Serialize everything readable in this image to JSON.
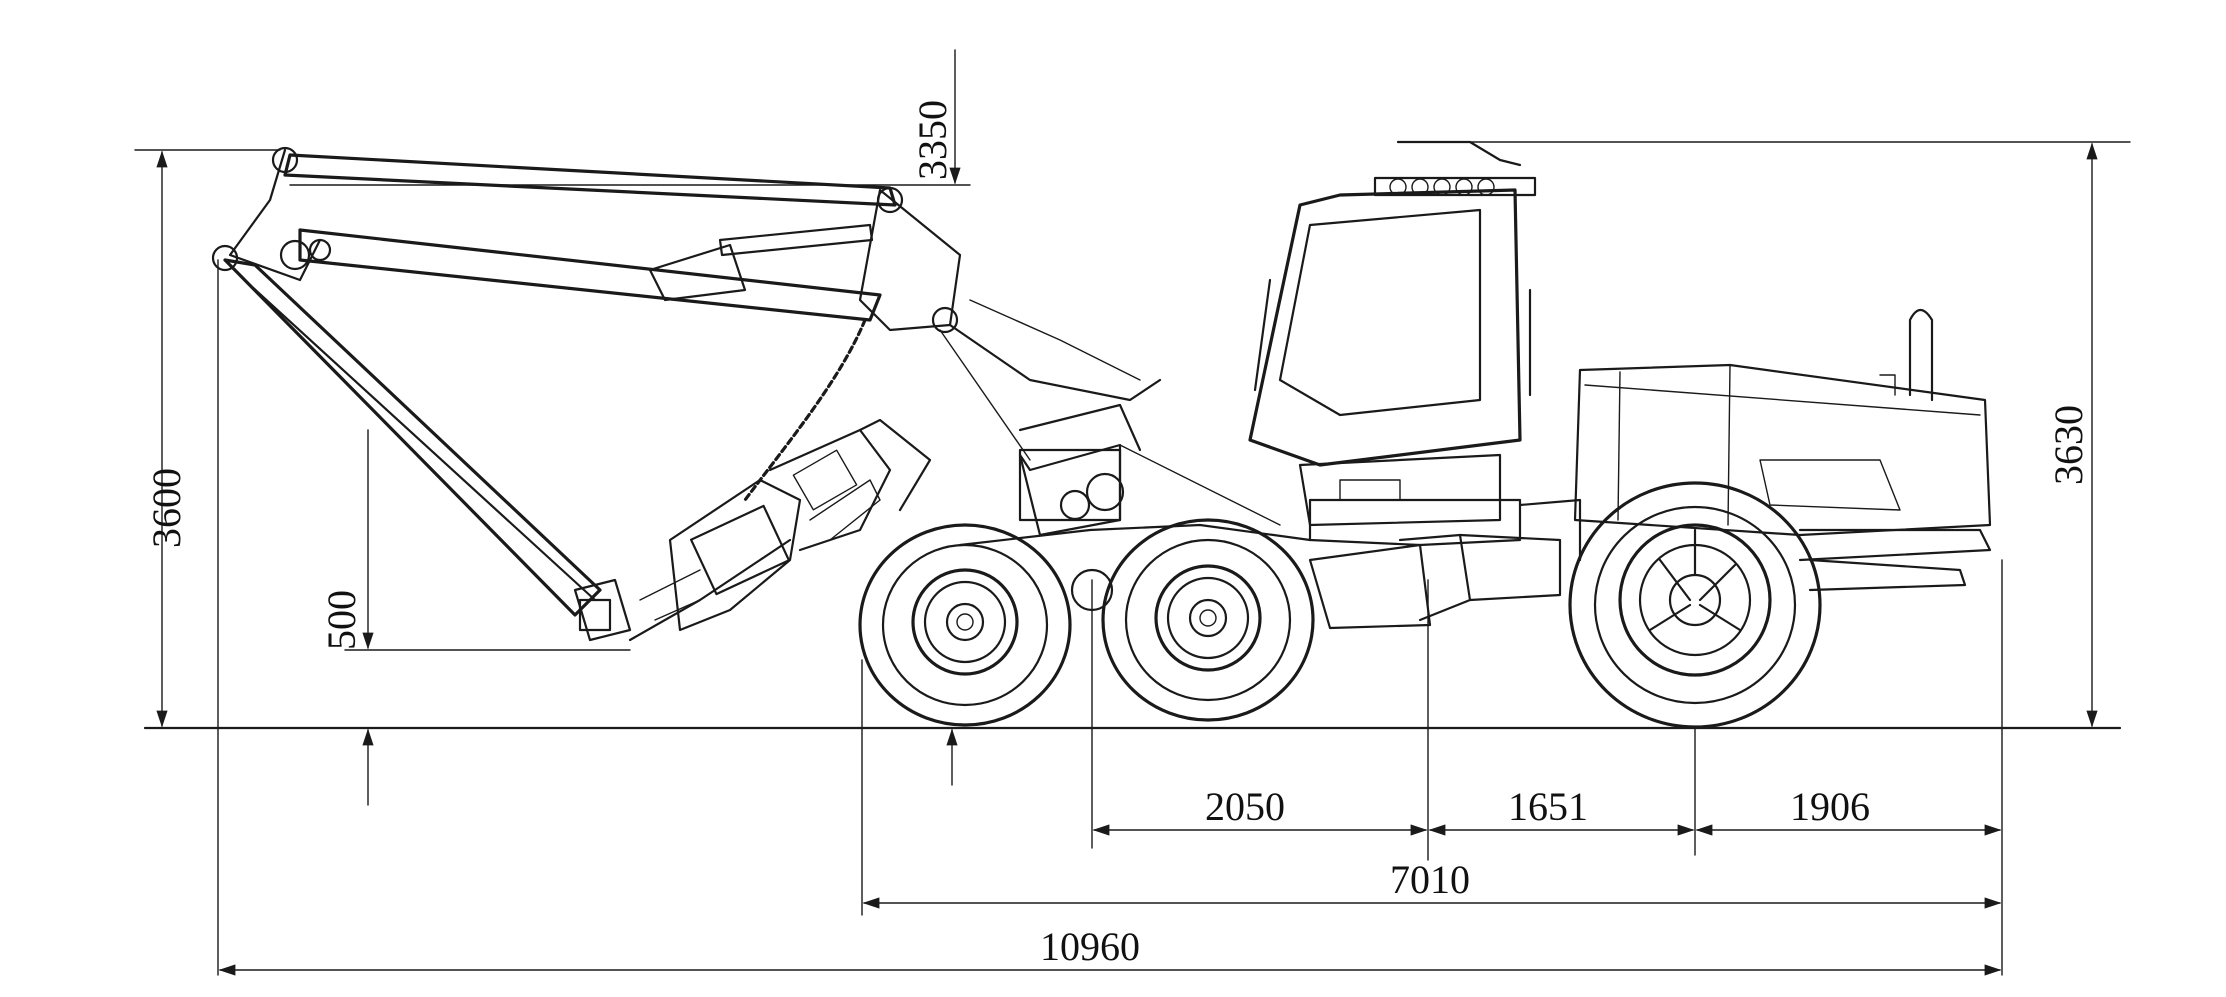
{
  "drawing": {
    "subject": "harvester-side-elevation",
    "line_color": "#1a1a1a",
    "background": "#ffffff"
  },
  "dimensions": {
    "boom_top_height": "3350",
    "boom_reach_height": "3600",
    "head_ground_clearance": "500",
    "cab_height": "3630",
    "bogie_spacing": "2050",
    "front_axle_spacing": "1651",
    "front_overhang": "1906",
    "machine_length": "7010",
    "total_length": "10960"
  }
}
